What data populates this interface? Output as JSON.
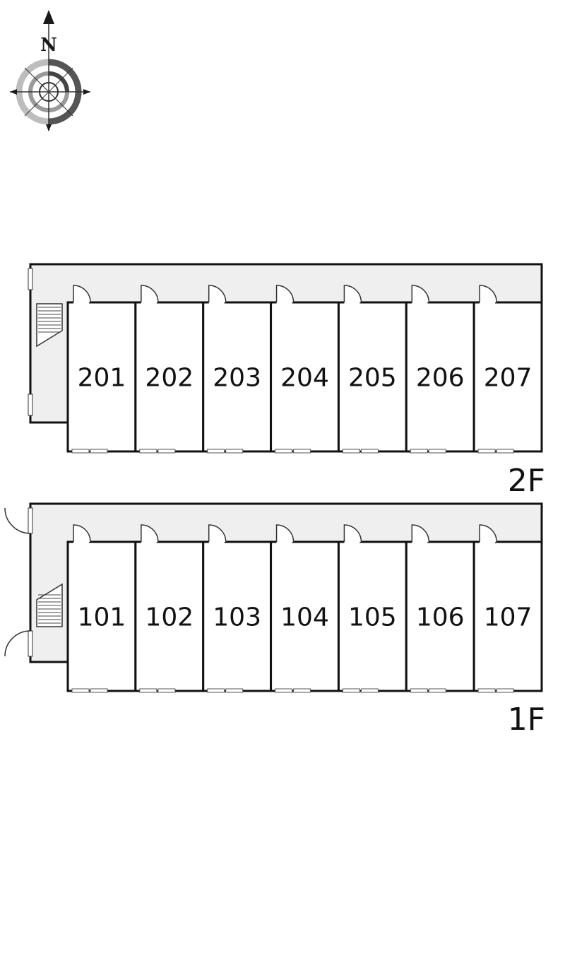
{
  "compass": {
    "north_label": "N",
    "icon": "compass-rose-icon"
  },
  "floors": [
    {
      "id": "2F",
      "label": "2F",
      "units": [
        "201",
        "202",
        "203",
        "204",
        "205",
        "206",
        "207"
      ]
    },
    {
      "id": "1F",
      "label": "1F",
      "units": [
        "101",
        "102",
        "103",
        "104",
        "105",
        "106",
        "107"
      ]
    }
  ],
  "colors": {
    "wall": "#111111",
    "corridor": "#efefef",
    "room_fill": "#ffffff",
    "compass_dark": "#555555",
    "compass_light": "#bbbbbb"
  }
}
